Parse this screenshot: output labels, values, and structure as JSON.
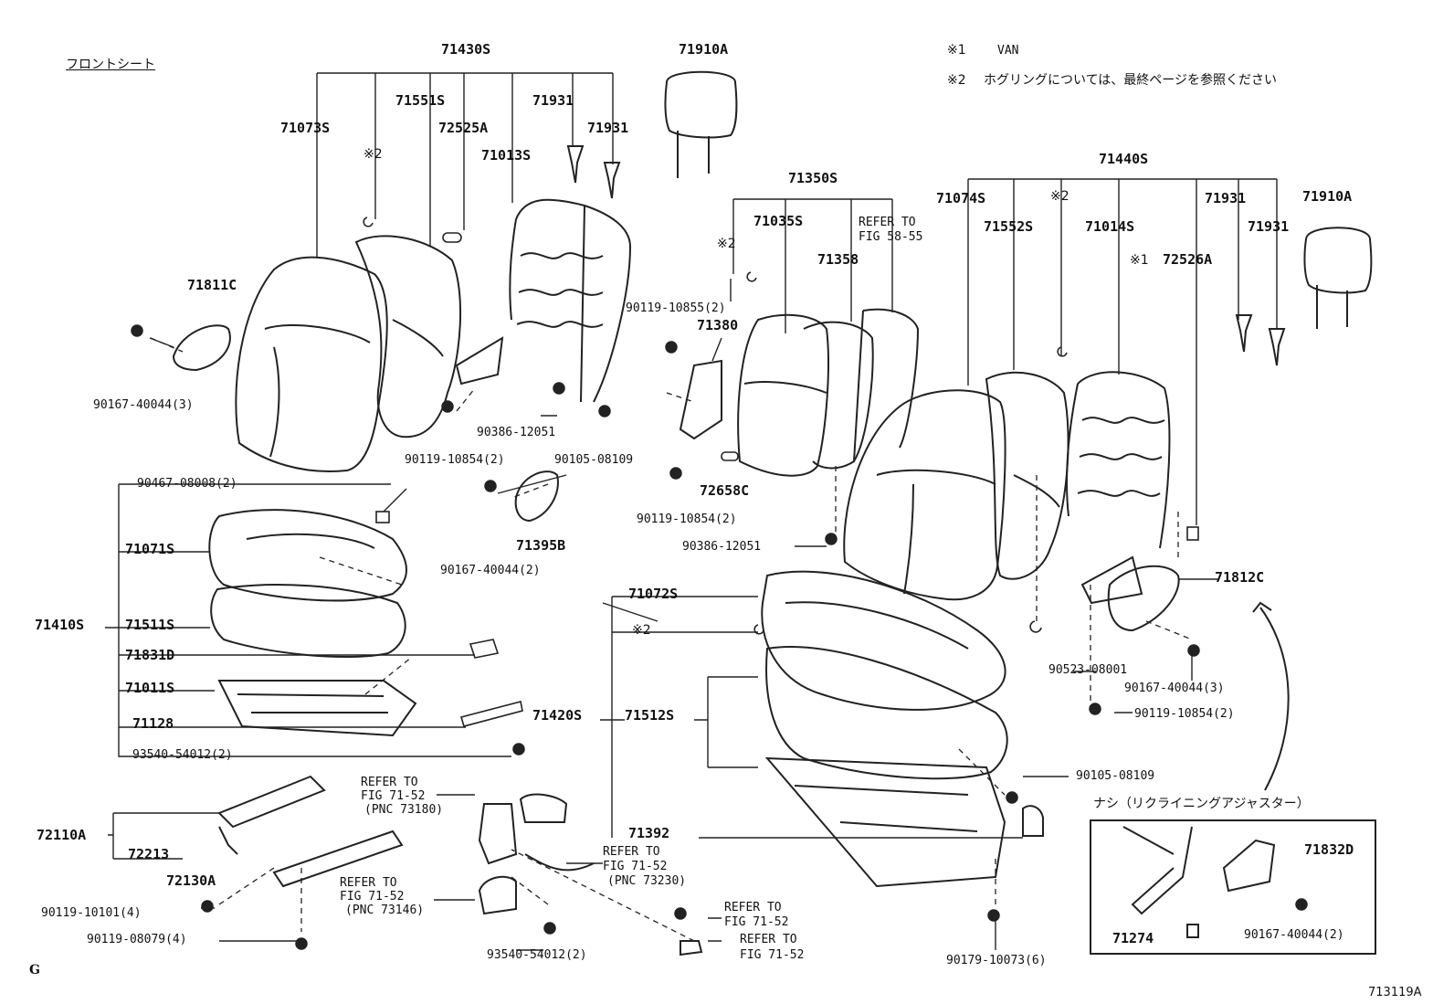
{
  "title": "フロントシート",
  "notes": [
    {
      "mark": "※1",
      "text": "VAN"
    },
    {
      "mark": "※2",
      "text": "ホグリングについては、最終ページを参照ください"
    }
  ],
  "inset_title": "ナシ（リクライニングアジャスター）",
  "figure_id": "713119A",
  "corner_mark": "G",
  "labels": {
    "p71430S": "71430S",
    "p71910A_l": "71910A",
    "p71073S": "71073S",
    "p71551S": "71551S",
    "p72525A": "72525A",
    "p71013S": "71013S",
    "p71931_a": "71931",
    "p71931_b": "71931",
    "hog1": "※2",
    "p71811C": "71811C",
    "p90167_40044_3a": "90167-40044(3)",
    "p90119_10854_2a": "90119-10854(2)",
    "p90386_12051a": "90386-12051",
    "p90105_08109a": "90105-08109",
    "p71350S": "71350S",
    "p71035S": "71035S",
    "refer5855_a": "REFER TO",
    "refer5855_b": "FIG 58-55",
    "hog2": "※2",
    "p71358": "71358",
    "p90119_10855_2": "90119-10855(2)",
    "p71380": "71380",
    "p72658C": "72658C",
    "p90119_10854_2b": "90119-10854(2)",
    "p71395B": "71395B",
    "p90167_40044_2a": "90167-40044(2)",
    "p90386_12051b": "90386-12051",
    "p71440S": "71440S",
    "p71074S": "71074S",
    "hog3": "※2",
    "p71552S": "71552S",
    "p71014S": "71014S",
    "p71931_c": "71931",
    "p71931_d": "71931",
    "p71910A_r": "71910A",
    "van_mark": "※1",
    "p72526A": "72526A",
    "p71812C": "71812C",
    "p90523_08001": "90523-08001",
    "p90167_40044_3b": "90167-40044(3)",
    "p90119_10854_2c": "90119-10854(2)",
    "p90467_08008_2": "90467-08008(2)",
    "p71071S": "71071S",
    "p71410S": "71410S",
    "p71511S": "71511S",
    "p71831D": "71831D",
    "p71011S": "71011S",
    "p71128": "71128",
    "p93540_54012_2a": "93540-54012(2)",
    "p71072S": "71072S",
    "hog4": "※2",
    "p71420S": "71420S",
    "p71512S": "71512S",
    "p90105_08109b": "90105-08109",
    "p71392": "71392",
    "p72110A": "72110A",
    "p72213": "72213",
    "p72130A": "72130A",
    "p90119_10101_4": "90119-10101(4)",
    "p90119_08079_4": "90119-08079(4)",
    "ref7152_a1": "REFER TO",
    "ref7152_a2": "FIG 71-52",
    "ref7152_a3": "(PNC 73180)",
    "ref7152_b1": "REFER TO",
    "ref7152_b2": "FIG 71-52",
    "ref7152_b3": "(PNC 73230)",
    "ref7152_c1": "REFER TO",
    "ref7152_c2": "FIG 71-52",
    "ref7152_c3": "(PNC 73146)",
    "ref7152_d1": "REFER TO",
    "ref7152_d2": "FIG 71-52",
    "ref7152_e1": "REFER TO",
    "ref7152_e2": "FIG 71-52",
    "p93540_54012_2b": "93540-54012(2)",
    "p90179_10073_6": "90179-10073(6)",
    "p71832D": "71832D",
    "p71274": "71274",
    "p90167_40044_2b": "90167-40044(2)"
  }
}
